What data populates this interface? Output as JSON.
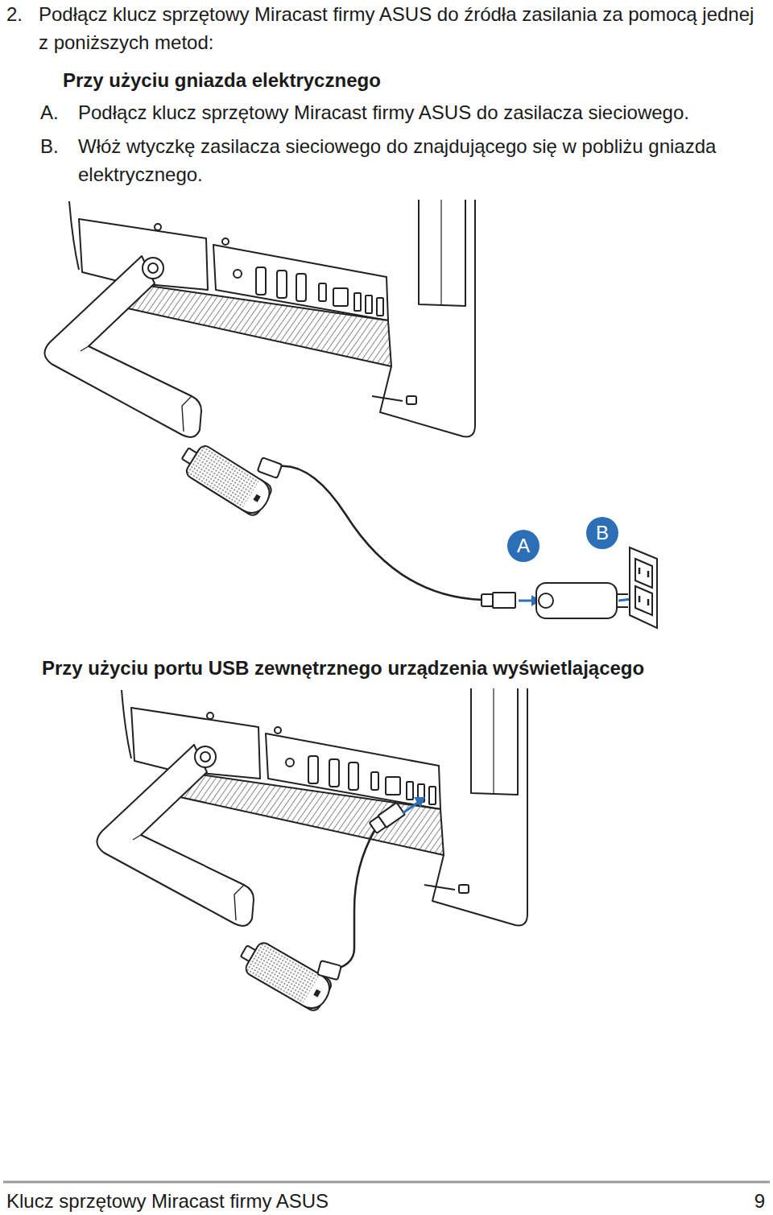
{
  "diagram": {
    "nodes": [
      {
        "text": [
          "A"
        ]
      },
      {
        "text": [
          "B"
        ]
      }
    ],
    "labels": [
      "2.",
      "Podłącz klucz sprzętowy Miracast firmy ASUS do źródła zasilania za pomocą jednej z poniższych metod:",
      "Przy użyciu gniazda elektrycznego",
      "A.",
      "Podłącz klucz sprzętowy Miracast firmy ASUS do zasilacza sieciowego.",
      "B.",
      "Włóż wtyczkę zasilacza sieciowego do znajdującego się w pobliżu gniazda elektrycznego.",
      "Przy użyciu portu USB zewnętrznego urządzenia wyświetlającego",
      "Klucz sprzętowy Miracast firmy ASUS",
      "9"
    ]
  }
}
